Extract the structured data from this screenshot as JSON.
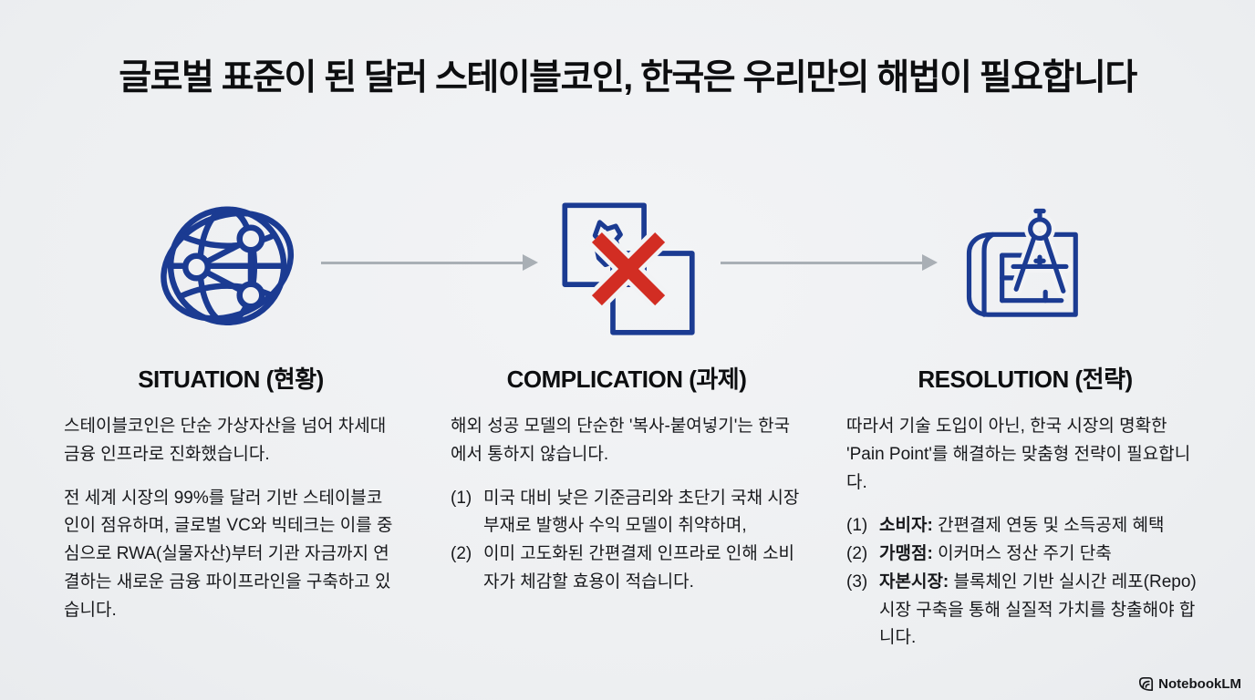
{
  "title": "글로벌 표준이 된 달러 스테이블코인, 한국은 우리만의 해법이 필요합니다",
  "columns": {
    "situation": {
      "heading": "SITUATION (현황)",
      "icon": "globe-network-icon",
      "paragraphs": [
        "스테이블코인은 단순 가상자산을 넘어 차세대 금융 인프라로 진화했습니다.",
        "전 세계 시장의 99%를 달러 기반 스테이블코인이 점유하며, 글로벌 VC와 빅테크는 이를 중심으로 RWA(실물자산)부터 기관 자금까지 연결하는 새로운 금융 파이프라인을 구축하고 있습니다."
      ]
    },
    "complication": {
      "heading": "COMPLICATION (과제)",
      "icon": "map-copy-paste-x-icon",
      "intro": "해외 성공 모델의 단순한 '복사-붙여넣기'는 한국에서 통하지 않습니다.",
      "items": [
        {
          "num": "(1)",
          "text": "미국 대비 낮은 기준금리와 초단기 국채 시장 부재로 발행사 수익 모델이 취약하며,"
        },
        {
          "num": "(2)",
          "text": "이미 고도화된 간편결제 인프라로 인해 소비자가 체감할 효용이 적습니다."
        }
      ]
    },
    "resolution": {
      "heading": "RESOLUTION (전략)",
      "icon": "blueprint-compass-icon",
      "intro": "따라서 기술 도입이 아닌, 한국 시장의 명확한 'Pain Point'를 해결하는 맞춤형 전략이 필요합니다.",
      "items": [
        {
          "num": "(1)",
          "term": "소비자:",
          "text": "간편결제 연동 및 소득공제 혜택"
        },
        {
          "num": "(2)",
          "term": "가맹점:",
          "text": "이커머스 정산 주기 단축"
        },
        {
          "num": "(3)",
          "term": "자본시장:",
          "text": "블록체인 기반 실시간 레포(Repo) 시장 구축을 통해 실질적 가치를 창출해야 합니다."
        }
      ]
    }
  },
  "footer": {
    "brand": "NotebookLM",
    "brand_icon": "notebooklm-logo-icon"
  },
  "colors": {
    "background": "#f0f1f3",
    "icon_blue": "#1b3b92",
    "error_red": "#d22d23",
    "arrow_gray": "#a9afb5",
    "text_primary": "#141519"
  }
}
